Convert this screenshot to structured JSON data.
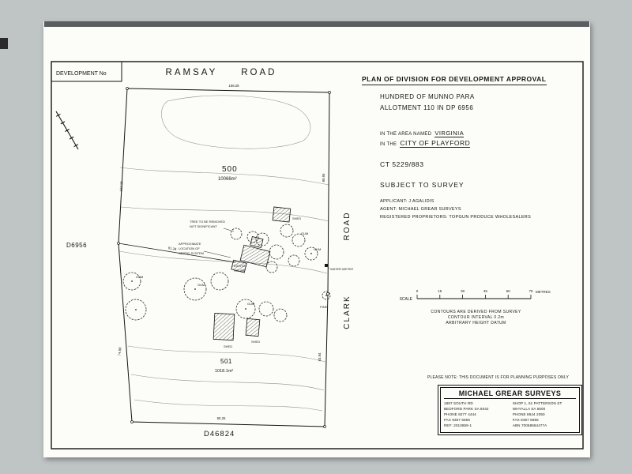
{
  "header": {
    "development_no": "DEVELOPMENT  No",
    "road_top": "RAMSAY ROAD"
  },
  "title_block": {
    "title": "PLAN OF DIVISION FOR DEVELOPMENT APPROVAL",
    "hundred": "HUNDRED OF MUNNO PARA",
    "allotment": "ALLOTMENT 110  IN DP 6956",
    "area_prefix": "IN THE AREA NAMED",
    "area_name": "VIRGINIA",
    "city_prefix": "IN THE",
    "city_name": "CITY OF PLAYFORD",
    "ct": "CT 5229/883",
    "subject": "SUBJECT TO SURVEY",
    "applicant": "APPLICANT: J AGALIDIS",
    "agent": "AGENT: MICHAEL GREAR SURVEYS",
    "proprietors": "REGISTERED PROPRIETORS: TOPGUN PRODUCE WHOLESALERS",
    "planning_note": "PLEASE NOTE: THIS DOCUMENT IS FOR PLANNING PURPOSES ONLY"
  },
  "scale_bar": {
    "label": "SCALE",
    "ticks": [
      "0",
      "15",
      "30",
      "45",
      "60",
      "75"
    ],
    "unit": "METRES",
    "notes": [
      "CONTOURS ARE DERIVED FROM SURVEY",
      "CONTOUR INTERVAL  0.2m",
      "ARBITRARY HEIGHT DATUM"
    ]
  },
  "surveyor_box": {
    "name": "MICHAEL GREAR SURVEYS",
    "left": [
      "1897 SOUTH RD",
      "BEDFORD PARK SA 5042",
      "PHONE 8277 4444",
      "FAX 8357 6555",
      "REF:  2010859-1"
    ],
    "right": [
      "SHOP 1, 61 PATTERSON ST",
      "WHYALLA SA 5600",
      "PHONE 8644 2050",
      "FAX 8357 6855",
      "ABN 70058584477A"
    ]
  },
  "plan": {
    "lot500_number": "500",
    "lot500_area": "10066m²",
    "lot501_number": "501",
    "lot501_area": "1018.1m²",
    "plan_left": "D6956",
    "plan_bottom": "D46824",
    "road_right_word1": "ROAD",
    "road_right_word2": "CLARK",
    "dim_top": "168.28",
    "dim_left_upper": "162.18",
    "dim_left_lower": "74.88",
    "dim_diagonal": "61.34",
    "dim_right_upper": "85.65",
    "dim_right_lower": "83.84",
    "dim_bottom": "90.25",
    "tree_note_line1": "TREE TO BE REMOVED",
    "tree_note_line2": "NOT SIGNIFICANT",
    "septic_line1": "APPROXIMATE",
    "septic_line2": "LOCATION OF",
    "septic_line3": "SEPTIC SYSTEM",
    "water_meter": "WATER METER",
    "shed": "SHED",
    "house": "HOUSE",
    "existing": "EXISTG",
    "gum": "GUM",
    "pine": "PINE"
  }
}
